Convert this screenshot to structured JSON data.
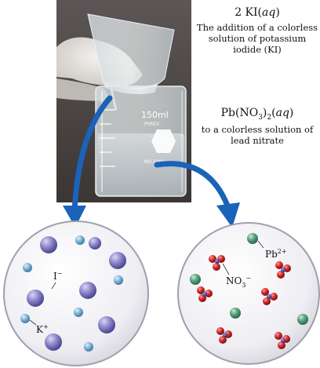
{
  "top_caption": {
    "formula_main": "2 KI(",
    "formula_italic": "aq",
    "formula_end": ")",
    "line1": "The addition of a colorless",
    "line2": "solution of potassium iodide (KI)"
  },
  "middle_caption": {
    "formula_main": "Pb(NO",
    "formula_sub": "3",
    "formula_mid": ")",
    "formula_sub2": "2",
    "formula_open": "(",
    "formula_italic": "aq",
    "formula_end": ")",
    "line1": "to a colorless solution of",
    "line2": "lead nitrate"
  },
  "beaker": {
    "volume_label": "150ml",
    "brand_label": "PYREX",
    "catalog_label": "NO.1000"
  },
  "left_circle": {
    "iodide_label": "I",
    "iodide_charge": "−",
    "potassium_label": "K",
    "potassium_charge": "+"
  },
  "right_circle": {
    "lead_label": "Pb",
    "lead_charge": "2+",
    "nitrate_label": "NO",
    "nitrate_sub": "3",
    "nitrate_charge": "−"
  },
  "colors": {
    "arrow": "#1a63b8",
    "iodide": "#8d86c9",
    "potassium": "#7fb4d8",
    "lead": "#5aa07e",
    "nitrate_o": "#d52a2a",
    "nitrate_n": "#3a3aa0"
  }
}
